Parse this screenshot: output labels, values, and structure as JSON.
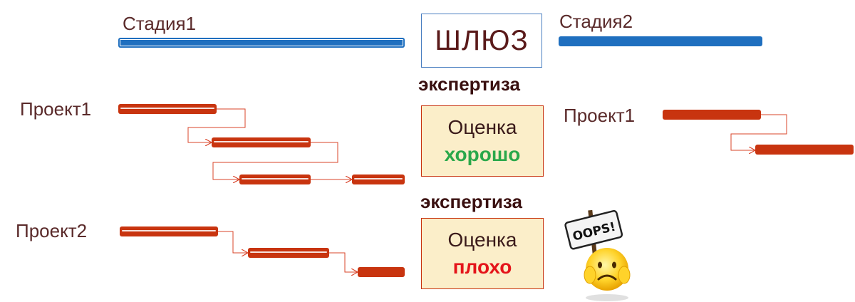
{
  "stages": [
    {
      "label": "Стадия1",
      "color": "#1f6fbf"
    },
    {
      "label": "Стадия2",
      "color": "#1f6fbf"
    }
  ],
  "gate": {
    "label": "ШЛЮЗ"
  },
  "reviews": [
    {
      "header": "экспертиза",
      "title": "Оценка",
      "result": "хорошо",
      "result_color": "#2aa84a"
    },
    {
      "header": "экспертиза",
      "title": "Оценка",
      "result": "плохо",
      "result_color": "#e4141a"
    }
  ],
  "projects_stage1": [
    {
      "label": "Проект1"
    },
    {
      "label": "Проект2"
    }
  ],
  "projects_stage2": [
    {
      "label": "Проект1"
    }
  ],
  "sign": {
    "text": "OOPS!"
  },
  "colors": {
    "task": "#c8340f",
    "stage_bar": "#1f6fbf",
    "review_bg": "#fbeec9",
    "gate_border": "#4a7fc1"
  }
}
